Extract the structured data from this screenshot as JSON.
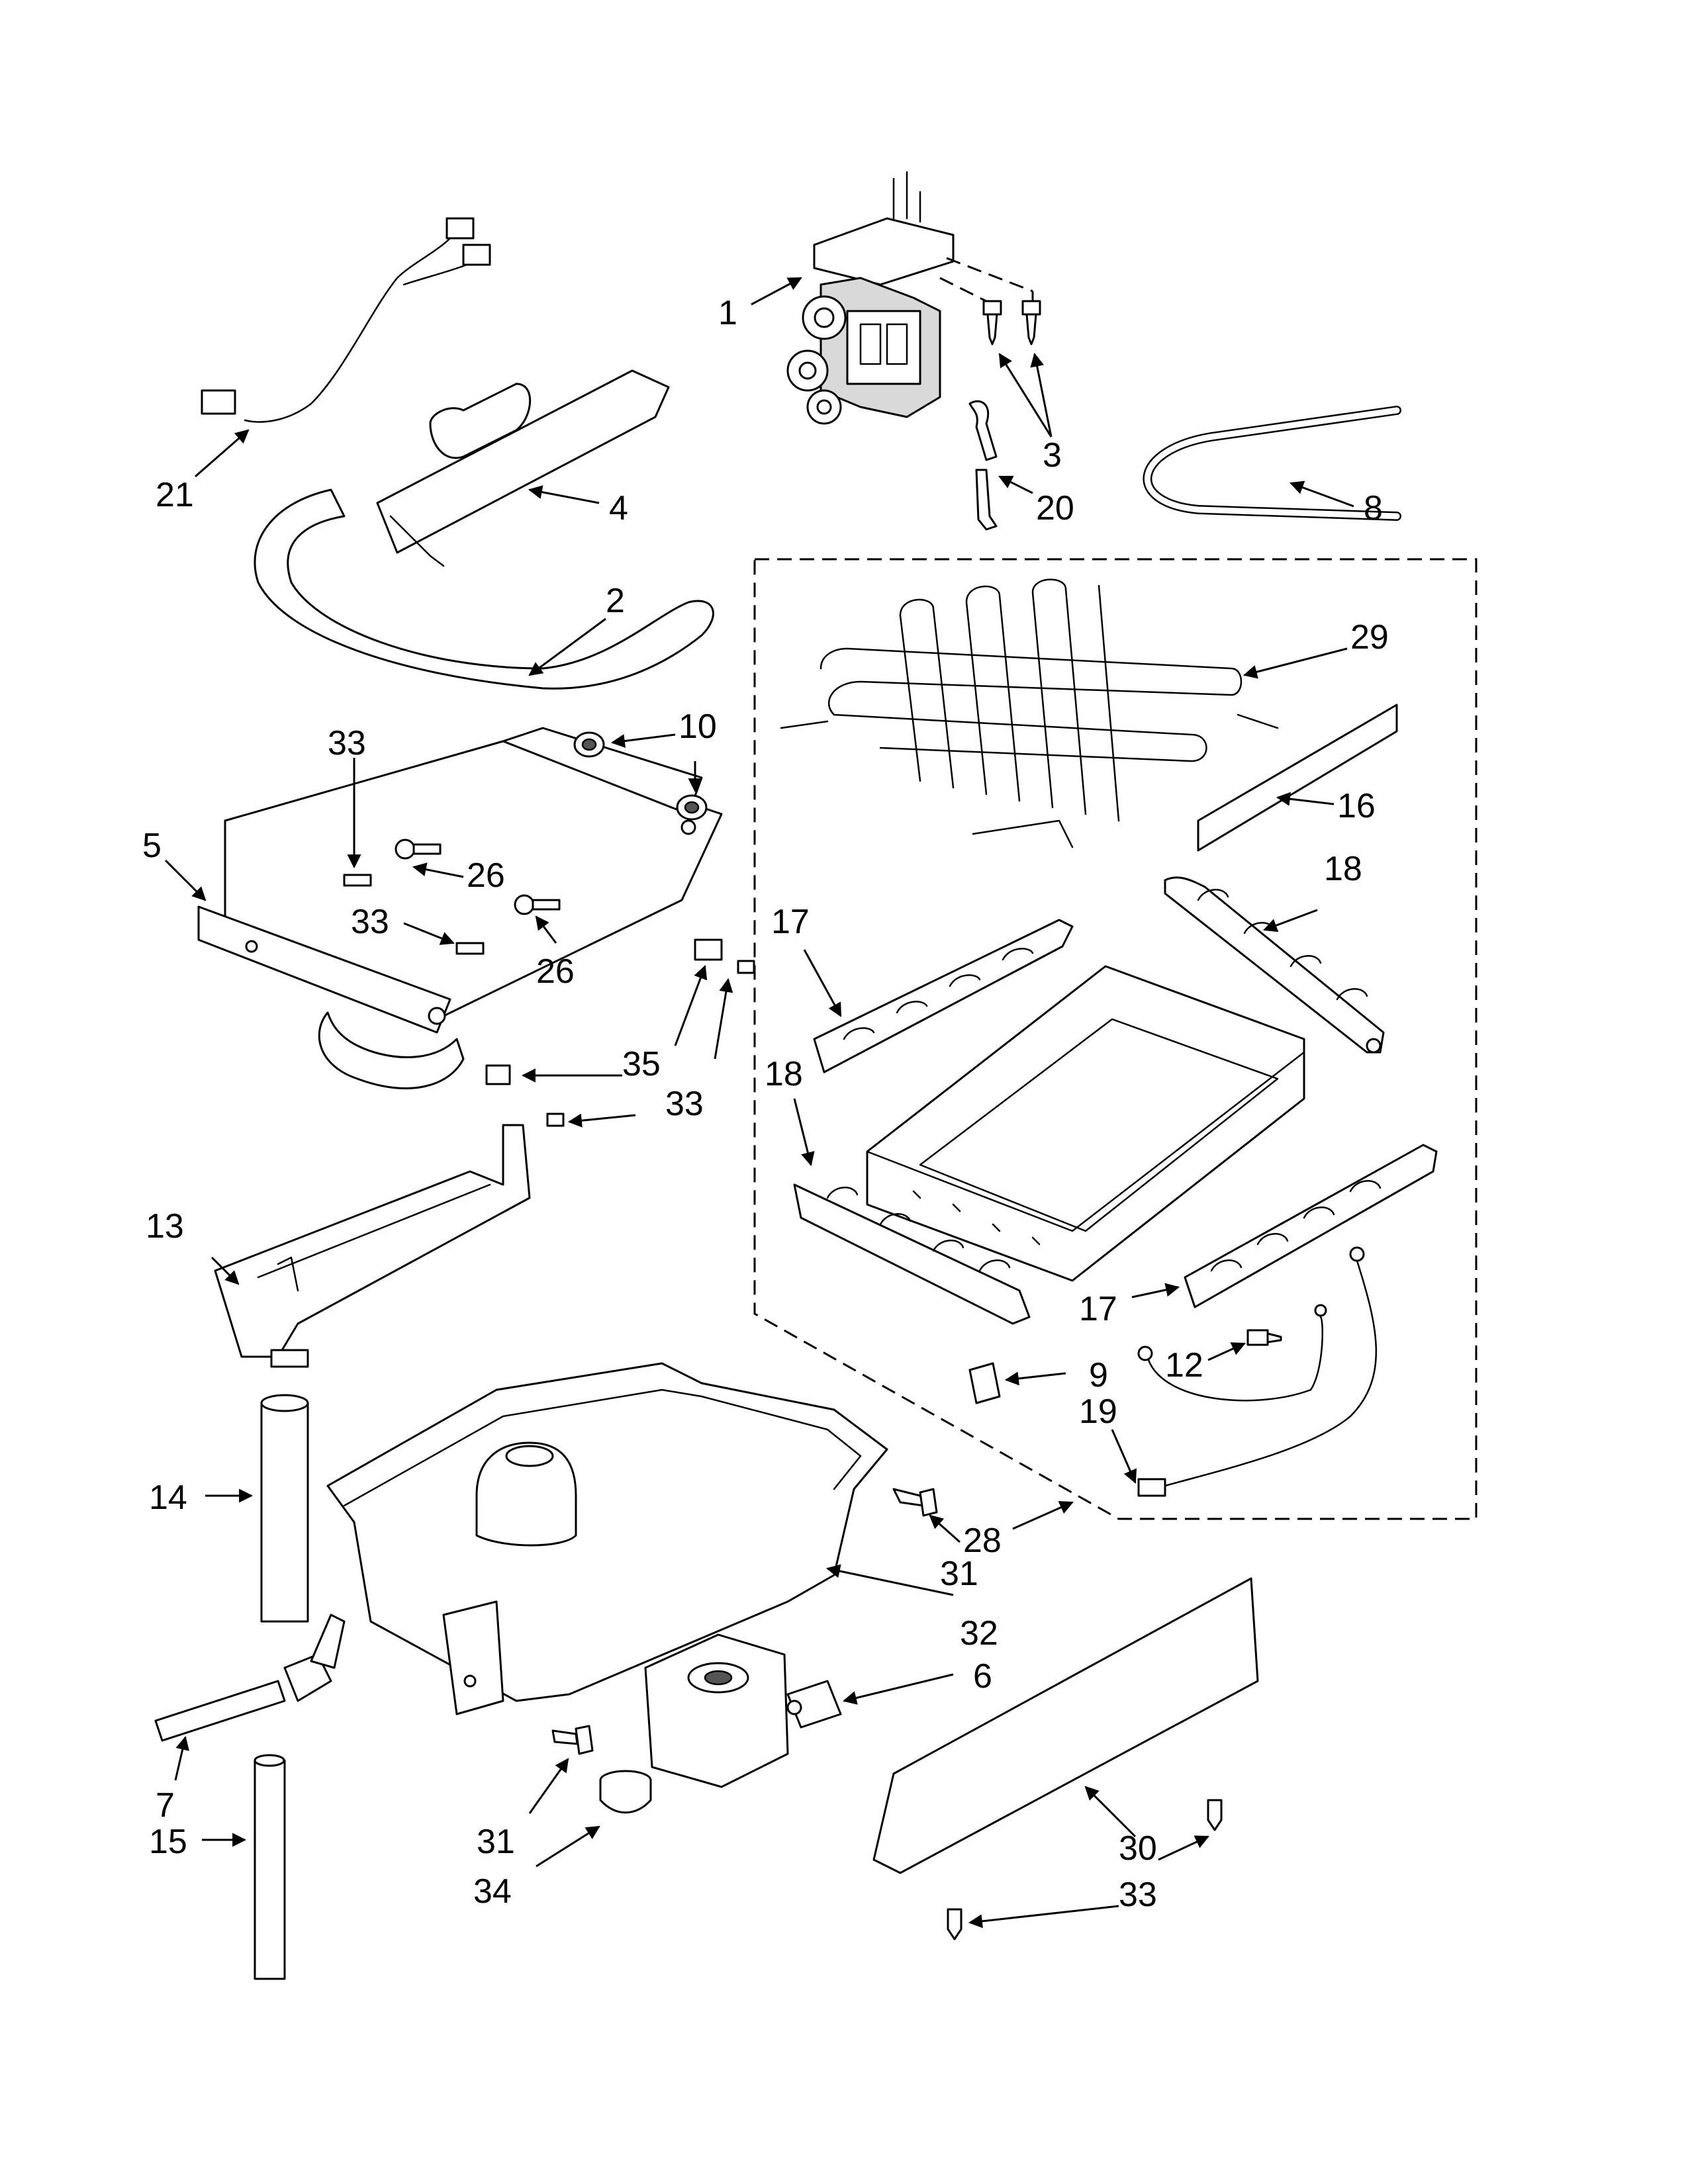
{
  "callouts": {
    "c1": "1",
    "c3": "3",
    "c20": "20",
    "c8": "8",
    "c21": "21",
    "c4": "4",
    "c2": "2",
    "c29": "29",
    "c16": "16",
    "c10": "10",
    "c33a": "33",
    "c5": "5",
    "c26a": "26",
    "c33b": "33",
    "c26b": "26",
    "c17a": "17",
    "c18a": "18",
    "c35": "35",
    "c33c": "33",
    "c18b": "18",
    "c13": "13",
    "c17b": "17",
    "c12": "12",
    "c9": "9",
    "c19": "19",
    "c14": "14",
    "c28": "28",
    "c31a": "31",
    "c32": "32",
    "c6": "6",
    "c7": "7",
    "c15": "15",
    "c31b": "31",
    "c34": "34",
    "c30": "30",
    "c33d": "33"
  },
  "colors": {
    "line": "#000000",
    "background": "#ffffff",
    "fill_gray": "#d9d9d9"
  }
}
